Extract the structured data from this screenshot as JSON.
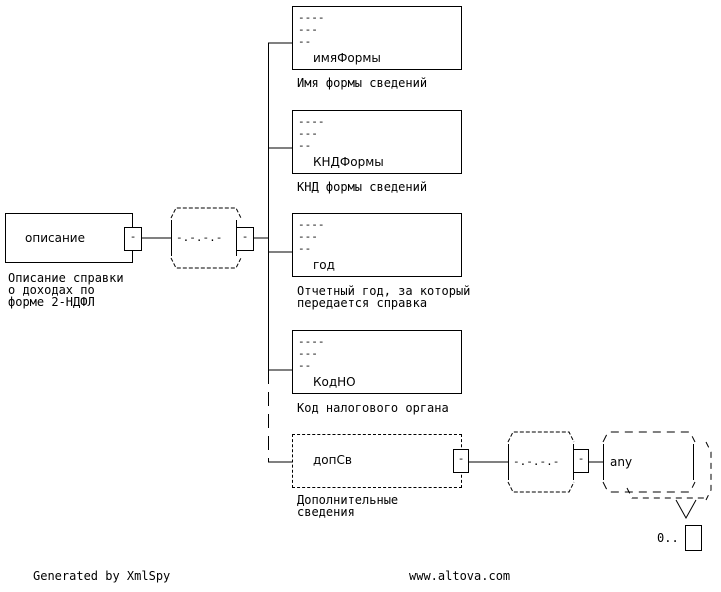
{
  "root": {
    "name": "описание",
    "annotation": "Описание справки\nо доходах по\nформе 2-НДФЛ",
    "collapse_symbol": "-"
  },
  "sequence": {
    "symbol": "-.-.-.-",
    "collapse_symbol": "-"
  },
  "children": [
    {
      "name": "имяФормы",
      "annotation": "Имя формы сведений",
      "marker_lines": [
        "----",
        "---",
        "--"
      ],
      "optional": false
    },
    {
      "name": "КНДФормы",
      "annotation": "КНД формы сведений",
      "marker_lines": [
        "----",
        "---",
        "--"
      ],
      "optional": false
    },
    {
      "name": "год",
      "annotation": "Отчетный год, за который\nпередается справка",
      "marker_lines": [
        "----",
        "---",
        "--"
      ],
      "optional": false
    },
    {
      "name": "КодНО",
      "annotation": "Код налогового органа",
      "marker_lines": [
        "----",
        "---",
        "--"
      ],
      "optional": false
    },
    {
      "name": "допСв",
      "annotation": "Дополнительные\nсведения",
      "optional": true,
      "collapse_symbol": "-"
    }
  ],
  "dop_sequence": {
    "symbol": "-.-.-.-",
    "collapse_symbol": "-"
  },
  "any": {
    "label": "any",
    "cardinality": "0.."
  },
  "footer": {
    "generated_by": "Generated by XmlSpy",
    "website": "www.altova.com"
  }
}
